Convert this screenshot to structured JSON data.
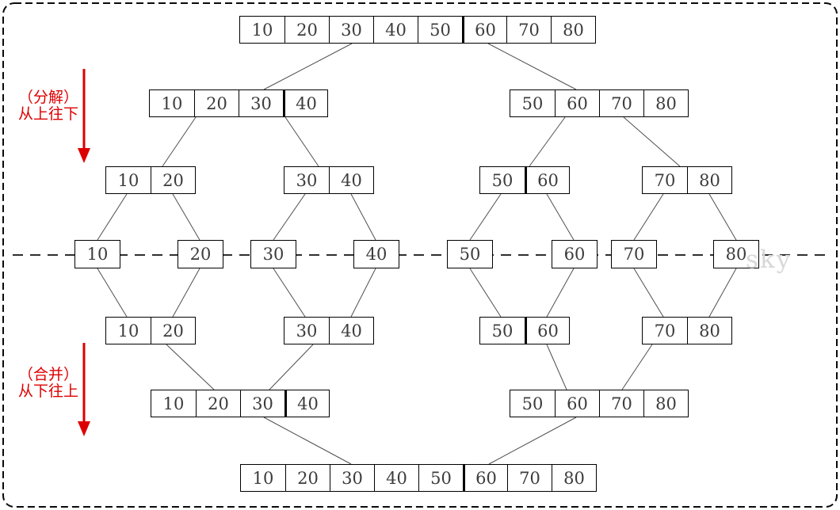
{
  "colors": {
    "annotation_red": "#dd0000",
    "connector": "#4f4f4f",
    "box_border": "#000000",
    "number_text": "#3c3c3c",
    "watermark_gray": "#d8d8d8",
    "background": "#ffffff"
  },
  "annotations": {
    "divide": {
      "line1": "（分解）",
      "line2": "从上往下"
    },
    "merge": {
      "line1": "（合并）",
      "line2": "从下往上"
    }
  },
  "watermark": {
    "text": "sky"
  },
  "levels": [
    {
      "name": "top-array",
      "groups": [
        {
          "values": [
            "10",
            "20",
            "30",
            "40",
            "50",
            "60",
            "70",
            "80"
          ],
          "thick_after": 5
        }
      ]
    },
    {
      "name": "half-arrays-upper",
      "groups": [
        {
          "values": [
            "10",
            "20",
            "30",
            "40"
          ],
          "thick_after": 3
        },
        {
          "values": [
            "50",
            "60",
            "70",
            "80"
          ],
          "thick_after": 0
        }
      ]
    },
    {
      "name": "pair-arrays-upper",
      "groups": [
        {
          "values": [
            "10",
            "20"
          ],
          "thick_after": 0
        },
        {
          "values": [
            "30",
            "40"
          ],
          "thick_after": 0
        },
        {
          "values": [
            "50",
            "60"
          ],
          "thick_after": 1
        },
        {
          "values": [
            "70",
            "80"
          ],
          "thick_after": 0
        }
      ]
    },
    {
      "name": "single-elements",
      "groups": [
        {
          "values": [
            "10"
          ]
        },
        {
          "values": [
            "20"
          ]
        },
        {
          "values": [
            "30"
          ]
        },
        {
          "values": [
            "40"
          ]
        },
        {
          "values": [
            "50"
          ]
        },
        {
          "values": [
            "60"
          ]
        },
        {
          "values": [
            "70"
          ]
        },
        {
          "values": [
            "80"
          ]
        }
      ]
    },
    {
      "name": "pair-arrays-lower",
      "groups": [
        {
          "values": [
            "10",
            "20"
          ],
          "thick_after": 0
        },
        {
          "values": [
            "30",
            "40"
          ],
          "thick_after": 0
        },
        {
          "values": [
            "50",
            "60"
          ],
          "thick_after": 1
        },
        {
          "values": [
            "70",
            "80"
          ],
          "thick_after": 0
        }
      ]
    },
    {
      "name": "half-arrays-lower",
      "groups": [
        {
          "values": [
            "10",
            "20",
            "30",
            "40"
          ],
          "thick_after": 3
        },
        {
          "values": [
            "50",
            "60",
            "70",
            "80"
          ],
          "thick_after": 0
        }
      ]
    },
    {
      "name": "bottom-array",
      "groups": [
        {
          "values": [
            "10",
            "20",
            "30",
            "40",
            "50",
            "60",
            "70",
            "80"
          ],
          "thick_after": 5
        }
      ]
    }
  ]
}
